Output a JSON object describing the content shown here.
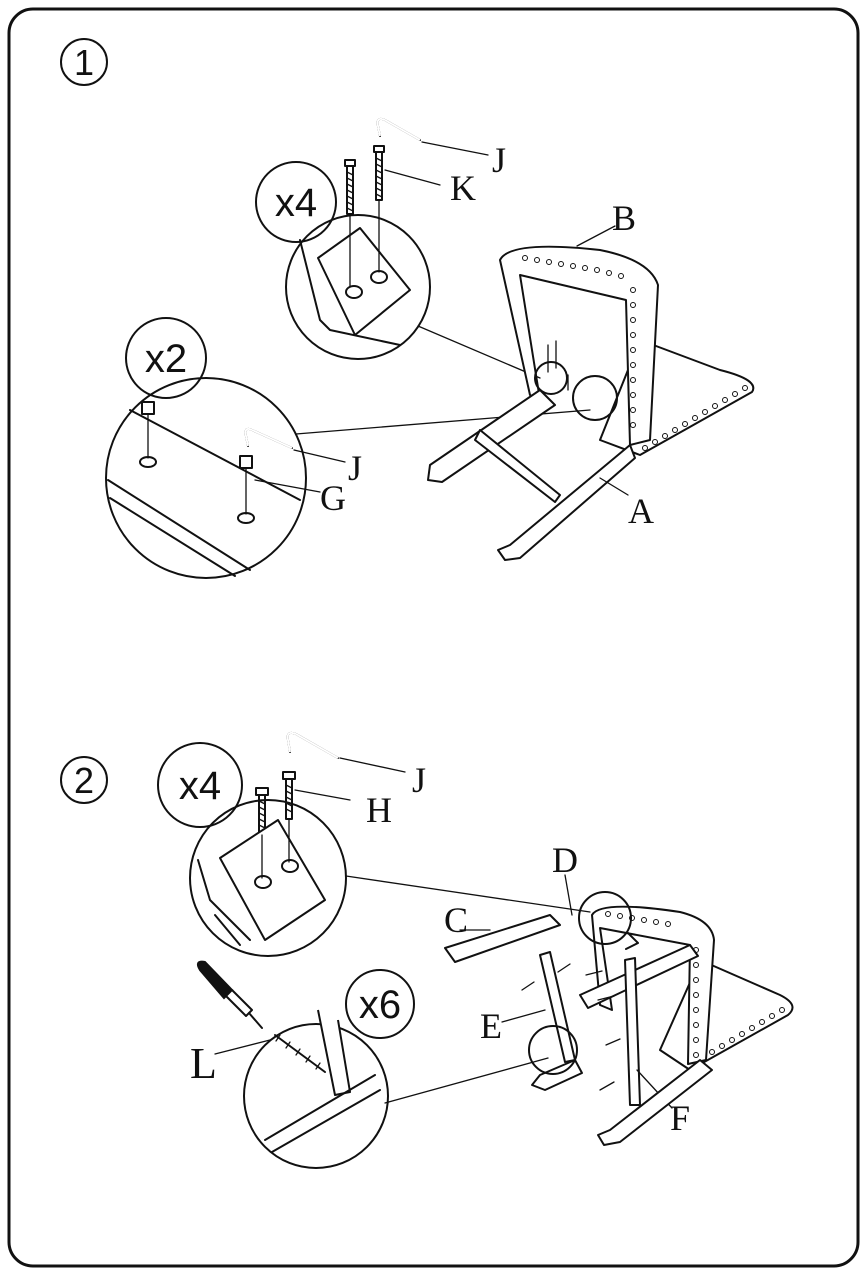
{
  "steps": [
    {
      "number": "1",
      "quantities": [
        "x4",
        "x2"
      ],
      "part_labels": {
        "hex_key": "J",
        "bolt_long": "K",
        "bolt_short": "G",
        "seat": "A",
        "back": "B"
      }
    },
    {
      "number": "2",
      "quantities": [
        "x4",
        "x6"
      ],
      "part_labels": {
        "hex_key": "J",
        "bolt": "H",
        "rail_c": "C",
        "rail_d": "D",
        "rail_e": "E",
        "rail_f": "F",
        "screwdriver": "L"
      }
    }
  ],
  "colors": {
    "line": "#111111",
    "paper": "#ffffff"
  }
}
